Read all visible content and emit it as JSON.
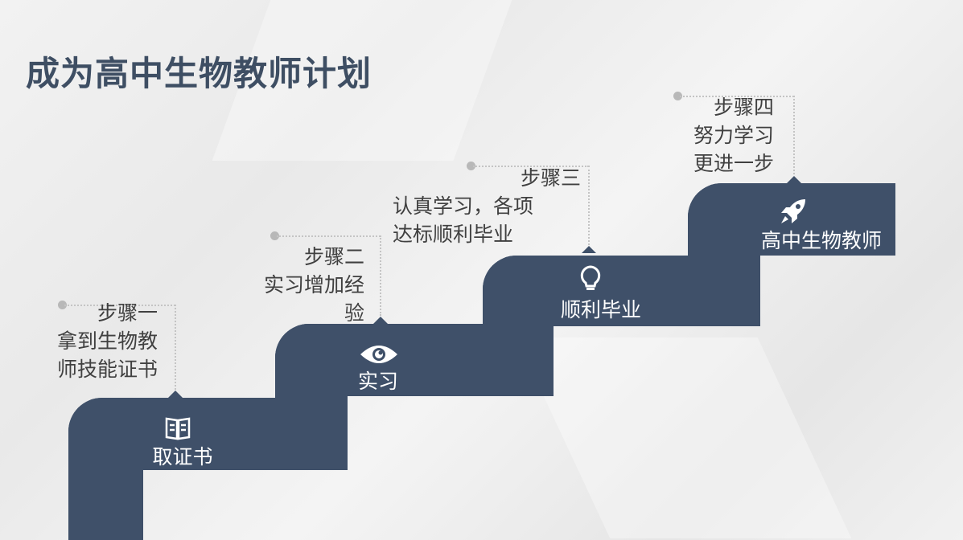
{
  "title": "成为高中生物教师计划",
  "steps": [
    {
      "heading": "步骤一",
      "lines": [
        "拿到生物教",
        "师技能证书"
      ],
      "label": "取证书",
      "icon": "book-icon"
    },
    {
      "heading": "步骤二",
      "lines": [
        "实习增加经",
        "验"
      ],
      "label": "实习",
      "icon": "eye-icon"
    },
    {
      "heading": "步骤三",
      "lines": [
        "认真学习，各项",
        "达标顺利毕业"
      ],
      "label": "顺利毕业",
      "icon": "lightbulb-icon"
    },
    {
      "heading": "步骤四",
      "lines": [
        "努力学习",
        "更进一步"
      ],
      "label": "高中生物教师",
      "icon": "rocket-icon"
    }
  ],
  "colors": {
    "step": "#3f5069",
    "title": "#3e4e63"
  }
}
